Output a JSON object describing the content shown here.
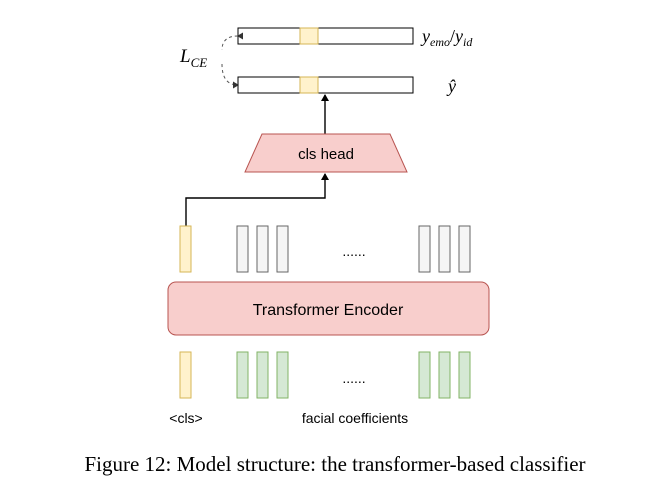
{
  "diagram": {
    "loss_label": {
      "main": "L",
      "sub": "CE"
    },
    "target_label": {
      "main1": "y",
      "sub1": "emo",
      "slash": "/",
      "main2": "y",
      "sub2": "id"
    },
    "prediction_label": "ŷ",
    "cls_head_label": "cls head",
    "encoder_label": "Transformer Encoder",
    "ellipsis_top": "......",
    "ellipsis_bottom": "......",
    "cls_token_label": "<cls>",
    "facial_label": "facial coefficients"
  },
  "caption": "Figure 12: Model structure: the transformer-based classifier",
  "colors": {
    "cls_token_fill": "#fff2cc",
    "cls_token_stroke": "#d6b656",
    "coef_fill": "#d5e8d4",
    "coef_stroke": "#82b366",
    "hidden_fill": "#f5f5f5",
    "hidden_stroke": "#666666",
    "module_fill": "#f8cecc",
    "module_stroke": "#b85450",
    "line": "#000000",
    "dashed": "#555555"
  }
}
